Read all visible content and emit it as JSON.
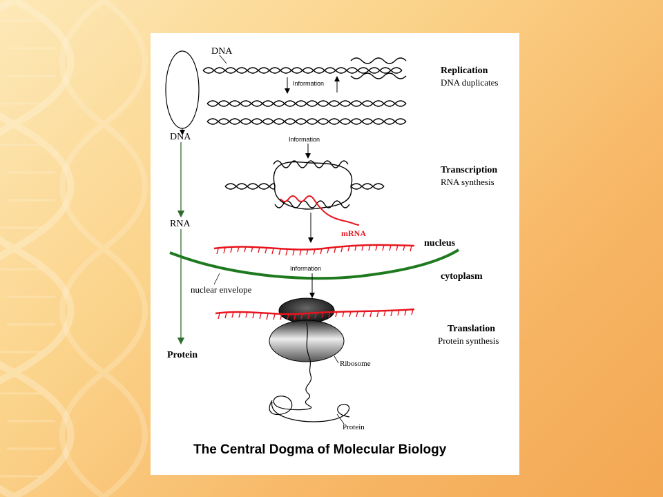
{
  "labels": {
    "dna_top": "DNA",
    "dna_left": "DNA",
    "rna_left": "RNA",
    "protein_left": "Protein",
    "info_1": "Information",
    "info_2": "Information",
    "info_3": "Information",
    "replication_title": "Replication",
    "replication_sub": "DNA duplicates",
    "transcription_title": "Transcription",
    "transcription_sub": "RNA synthesis",
    "mrna": "mRNA",
    "nucleus": "nucleus",
    "cytoplasm": "cytoplasm",
    "nuclear_envelope": "nuclear envelope",
    "translation_title": "Translation",
    "translation_sub": "Protein synthesis",
    "ribosome": "Ribosome",
    "protein_chain": "Protein",
    "figure_title": "The Central Dogma of Molecular Biology"
  },
  "colors": {
    "mrna": "#e8141e",
    "envelope": "#1f7a1f",
    "left_arrow": "#2f6b2f",
    "background_start": "#fde9b8",
    "background_end": "#f3a752"
  }
}
